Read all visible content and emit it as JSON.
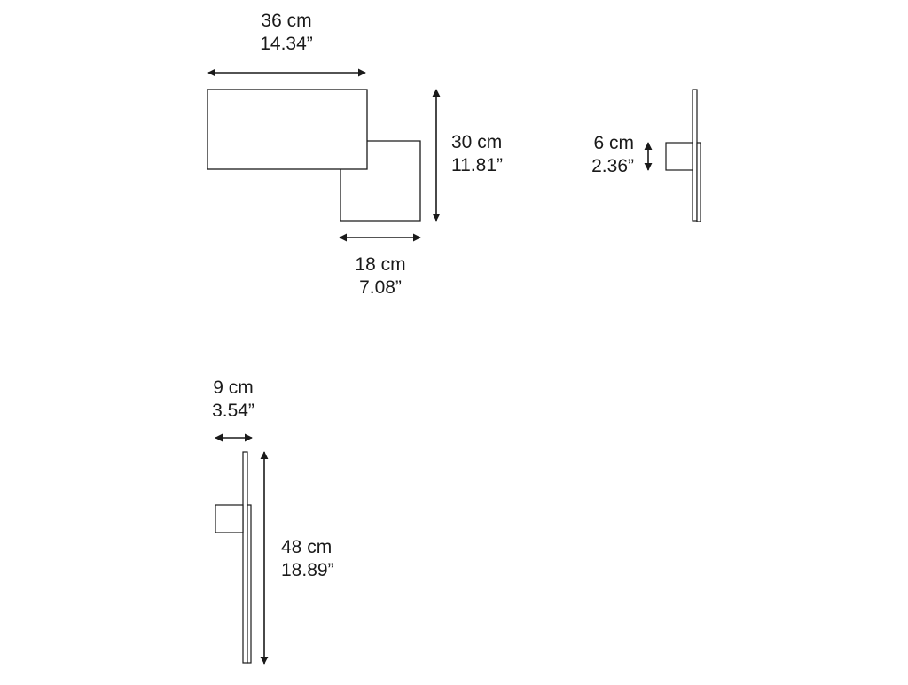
{
  "front_view": {
    "width_dimension": {
      "metric": "36 cm",
      "imperial": "14.34”"
    },
    "height_dimension": {
      "metric": "30 cm",
      "imperial": "11.81”"
    },
    "panel_width_dimension": {
      "metric": "18 cm",
      "imperial": "7.08”"
    }
  },
  "side_view_small": {
    "depth_dimension": {
      "metric": "6 cm",
      "imperial": "2.36”"
    }
  },
  "side_view_tall": {
    "depth_dimension": {
      "metric": "9 cm",
      "imperial": "3.54”"
    },
    "height_dimension": {
      "metric": "48 cm",
      "imperial": "18.89”"
    }
  },
  "colors": {
    "line": "#1a1a1a",
    "background": "#ffffff"
  }
}
